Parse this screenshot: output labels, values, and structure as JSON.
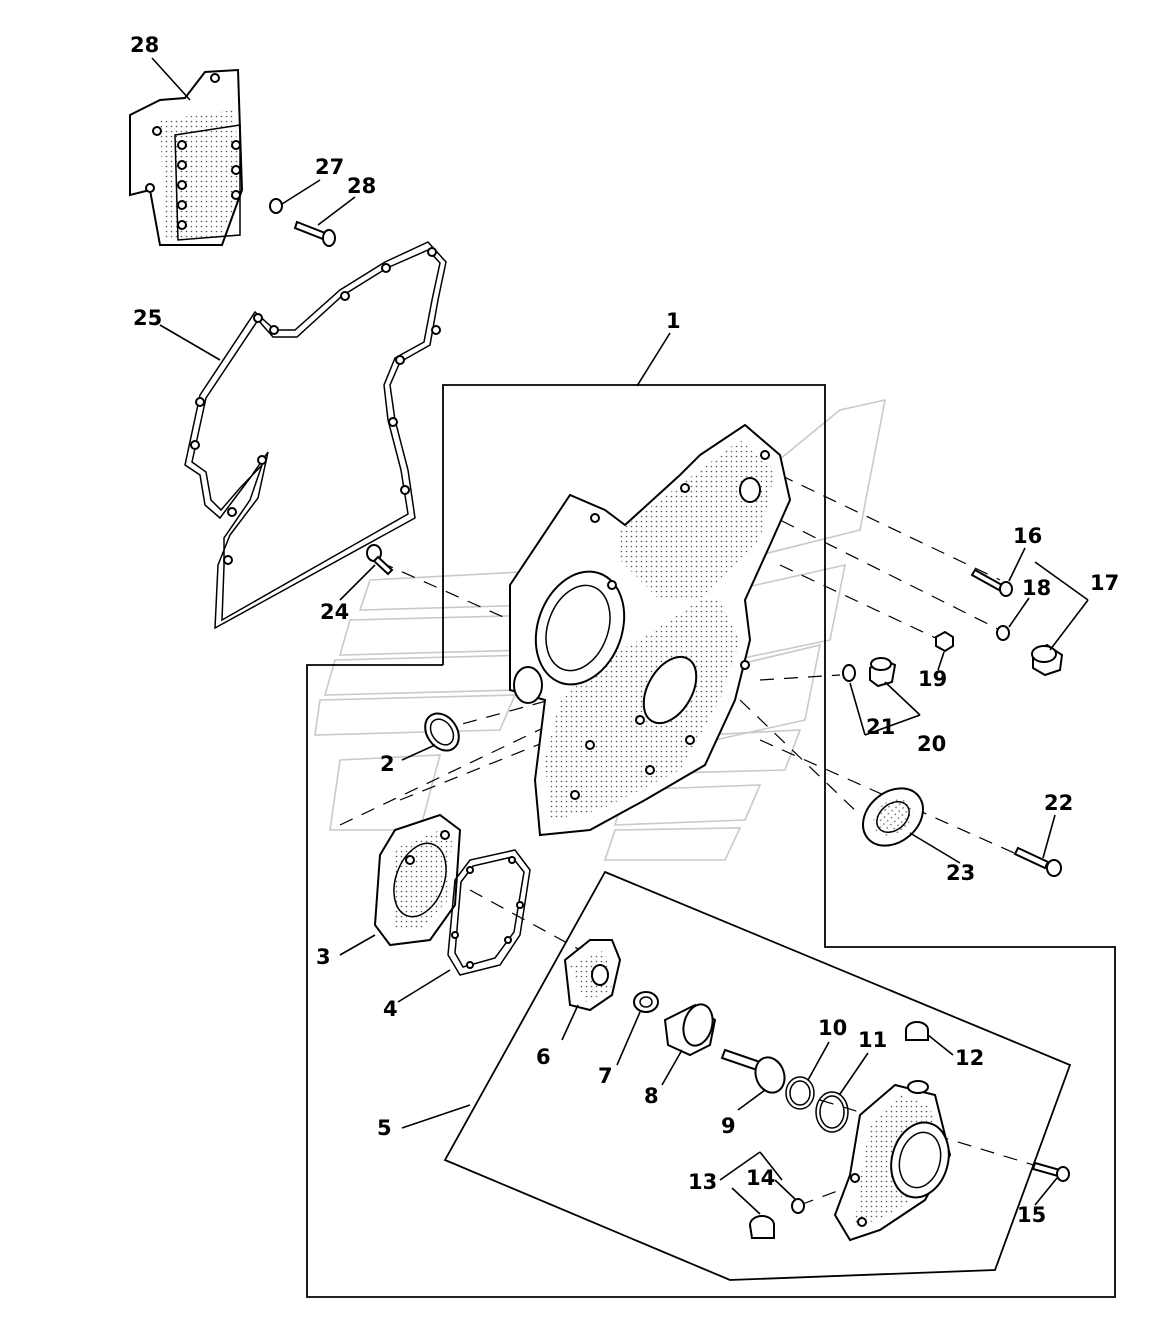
{
  "diagram": {
    "callouts": [
      {
        "id": "c28a",
        "label": "28"
      },
      {
        "id": "c27",
        "label": "27"
      },
      {
        "id": "c28b",
        "label": "28"
      },
      {
        "id": "c25",
        "label": "25"
      },
      {
        "id": "c1",
        "label": "1"
      },
      {
        "id": "c16",
        "label": "16"
      },
      {
        "id": "c18",
        "label": "18"
      },
      {
        "id": "c17",
        "label": "17"
      },
      {
        "id": "c24",
        "label": "24"
      },
      {
        "id": "c19",
        "label": "19"
      },
      {
        "id": "c21",
        "label": "21"
      },
      {
        "id": "c20",
        "label": "20"
      },
      {
        "id": "c2",
        "label": "2"
      },
      {
        "id": "c22",
        "label": "22"
      },
      {
        "id": "c23",
        "label": "23"
      },
      {
        "id": "c3",
        "label": "3"
      },
      {
        "id": "c4",
        "label": "4"
      },
      {
        "id": "c10",
        "label": "10"
      },
      {
        "id": "c11",
        "label": "11"
      },
      {
        "id": "c12",
        "label": "12"
      },
      {
        "id": "c6",
        "label": "6"
      },
      {
        "id": "c7",
        "label": "7"
      },
      {
        "id": "c8",
        "label": "8"
      },
      {
        "id": "c9",
        "label": "9"
      },
      {
        "id": "c5",
        "label": "5"
      },
      {
        "id": "c13",
        "label": "13"
      },
      {
        "id": "c14",
        "label": "14"
      },
      {
        "id": "c15",
        "label": "15"
      }
    ]
  }
}
